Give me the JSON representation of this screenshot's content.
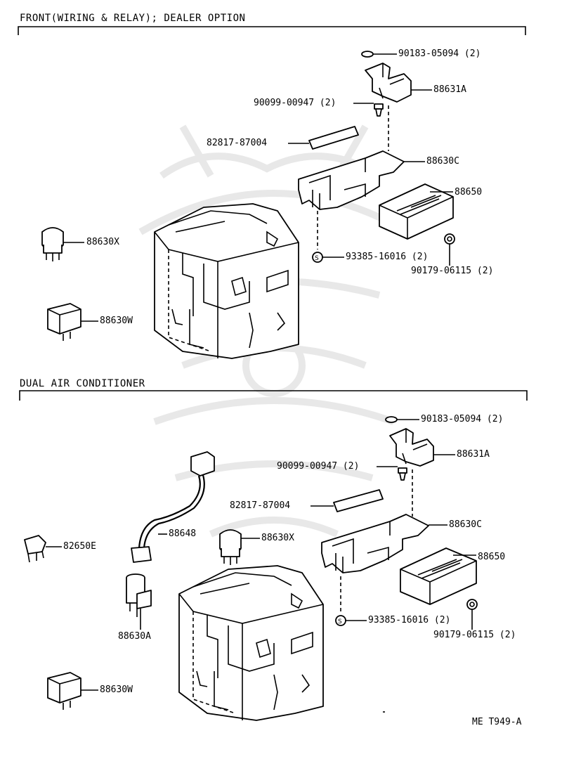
{
  "sections": [
    {
      "title": "FRONT(WIRING & RELAY); DEALER OPTION",
      "labels": {
        "washer": "90183-05094 (2)",
        "bracket": "88631A",
        "bolt": "90099-00947 (2)",
        "tape": "82817-87004",
        "holder": "88630C",
        "amplifier": "88650",
        "relay_round": "88630X",
        "clip": "93385-16016 (2)",
        "nut": "90179-06115 (2)",
        "relay_square": "88630W"
      }
    },
    {
      "title": "DUAL AIR CONDITIONER",
      "labels": {
        "washer": "90183-05094 (2)",
        "bracket": "88631A",
        "bolt": "90099-00947 (2)",
        "tape": "82817-87004",
        "holder": "88630C",
        "amplifier": "88650",
        "wire": "88648",
        "relay_round": "88630X",
        "switch": "82650E",
        "clip": "93385-16016 (2)",
        "nut": "90179-06115 (2)",
        "relay_cyl": "88630A",
        "relay_square": "88630W"
      }
    }
  ],
  "diagram_code": "ME T949-A"
}
